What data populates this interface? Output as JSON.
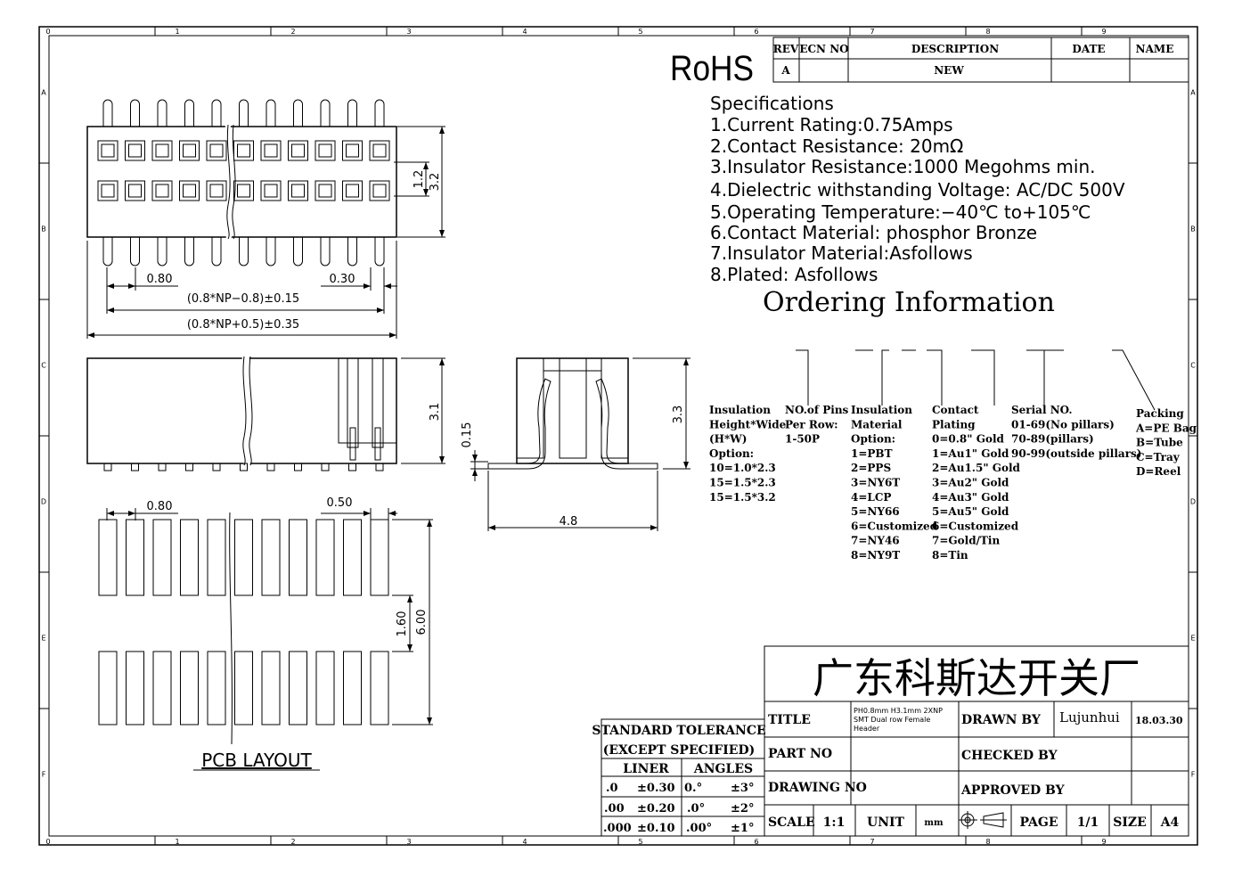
{
  "frame": {
    "zone_numbers_top": [
      "0",
      "1",
      "2",
      "3",
      "4",
      "5",
      "6",
      "7",
      "8",
      "9"
    ],
    "zone_letters_side": [
      "A",
      "B",
      "C",
      "D",
      "E",
      "F"
    ]
  },
  "rohs": "RoHS",
  "revision_block": {
    "headers": [
      "REV",
      "ECN NO",
      "DESCRIPTION",
      "DATE",
      "NAME"
    ],
    "row": [
      "A",
      "",
      "NEW",
      "",
      ""
    ]
  },
  "specifications": {
    "title": "Specifications",
    "items": [
      "1.Current  Rating:0.75Amps",
      "2.Contact  Resistance:  20mΩ",
      "3.Insulator  Resistance:1000  Megohms  min.",
      "4.Dielectric  withstanding  Voltage:  AC/DC  500V",
      "5.Operating  Temperature:−40℃  to+105℃",
      "6.Contact  Material:  phosphor  Bronze",
      "7.Insulator  Material:Asfollows",
      "8.Plated:  Asfollows"
    ]
  },
  "ordering": {
    "title": "Ordering  Information",
    "columns": [
      {
        "lines": [
          "Insulation",
          "Height*Wide",
          "(H*W)",
          "Option:",
          "10=1.0*2.3",
          "15=1.5*2.3",
          "15=1.5*3.2"
        ]
      },
      {
        "lines": [
          "NO.of Pins",
          "Per Row:",
          "1-50P"
        ]
      },
      {
        "lines": [
          "Insulation",
          "Material",
          "Option:",
          "1=PBT",
          "2=PPS",
          "3=NY6T",
          "4=LCP",
          "5=NY66",
          "6=Customized",
          "7=NY46",
          "8=NY9T"
        ]
      },
      {
        "lines": [
          "Contact",
          "Plating",
          "0=0.8\" Gold",
          "1=Au1\" Gold",
          "2=Au1.5\" Gold",
          "3=Au2\" Gold",
          "4=Au3\" Gold",
          "5=Au5\" Gold",
          "6=Customized",
          "7=Gold/Tin",
          "8=Tin"
        ]
      },
      {
        "lines": [
          "Serial NO.",
          "01-69(No pillars)",
          "70-89(pillars)",
          "90-99(outside pillars)"
        ]
      },
      {
        "lines": [
          "Packing",
          "A=PE Bag",
          "B=Tube",
          "C=Tray",
          "D=Reel"
        ]
      }
    ]
  },
  "dimensions": {
    "top_1_2": "1.2",
    "top_3_2": "3.2",
    "top_0_80": "0.80",
    "top_0_30": "0.30",
    "top_formula_1": "(0.8*NP−0.8)±0.15",
    "top_formula_2": "(0.8*NP+0.5)±0.35",
    "side_3_1": "3.1",
    "side_0_15": "0.15",
    "side_3_3": "3.3",
    "side_4_8": "4.8",
    "pcb_0_80": "0.80",
    "pcb_0_50": "0.50",
    "pcb_1_60": "1.60",
    "pcb_6_00": "6.00"
  },
  "pcb_layout_label": "PCB  LAYOUT",
  "tolerance_block": {
    "title1": "STANDARD  TOLERANCE",
    "title2": "(EXCEPT  SPECIFIED)",
    "linear_header": "LINER",
    "angles_header": "ANGLES",
    "rows": [
      {
        "lin_a": ".0",
        "lin_b": "±0.30",
        "ang_a": "0.°",
        "ang_b": "±3°"
      },
      {
        "lin_a": ".00",
        "lin_b": "±0.20",
        "ang_a": ".0°",
        "ang_b": "±2°"
      },
      {
        "lin_a": ".000",
        "lin_b": "±0.10",
        "ang_a": ".00°",
        "ang_b": "±1°"
      }
    ]
  },
  "title_block": {
    "company": "广东科斯达开关厂",
    "title_label": "TITLE",
    "title_value_lines": [
      "PH0.8mm  H3.1mm  2XNP",
      "SMT  Dual  row  Female",
      "Header"
    ],
    "drawn_by_label": "DRAWN BY",
    "drawn_by_value": "Lujunhui",
    "date_value": "18.03.30",
    "part_no_label": "PART NO",
    "checked_by_label": "CHECKED BY",
    "drawing_no_label": "DRAWING NO",
    "approved_by_label": "APPROVED BY",
    "scale_label": "SCALE",
    "scale_value": "1:1",
    "unit_label": "UNIT",
    "unit_value": "mm",
    "page_label": "PAGE",
    "page_value": "1/1",
    "size_label": "SIZE",
    "size_value": "A4"
  }
}
